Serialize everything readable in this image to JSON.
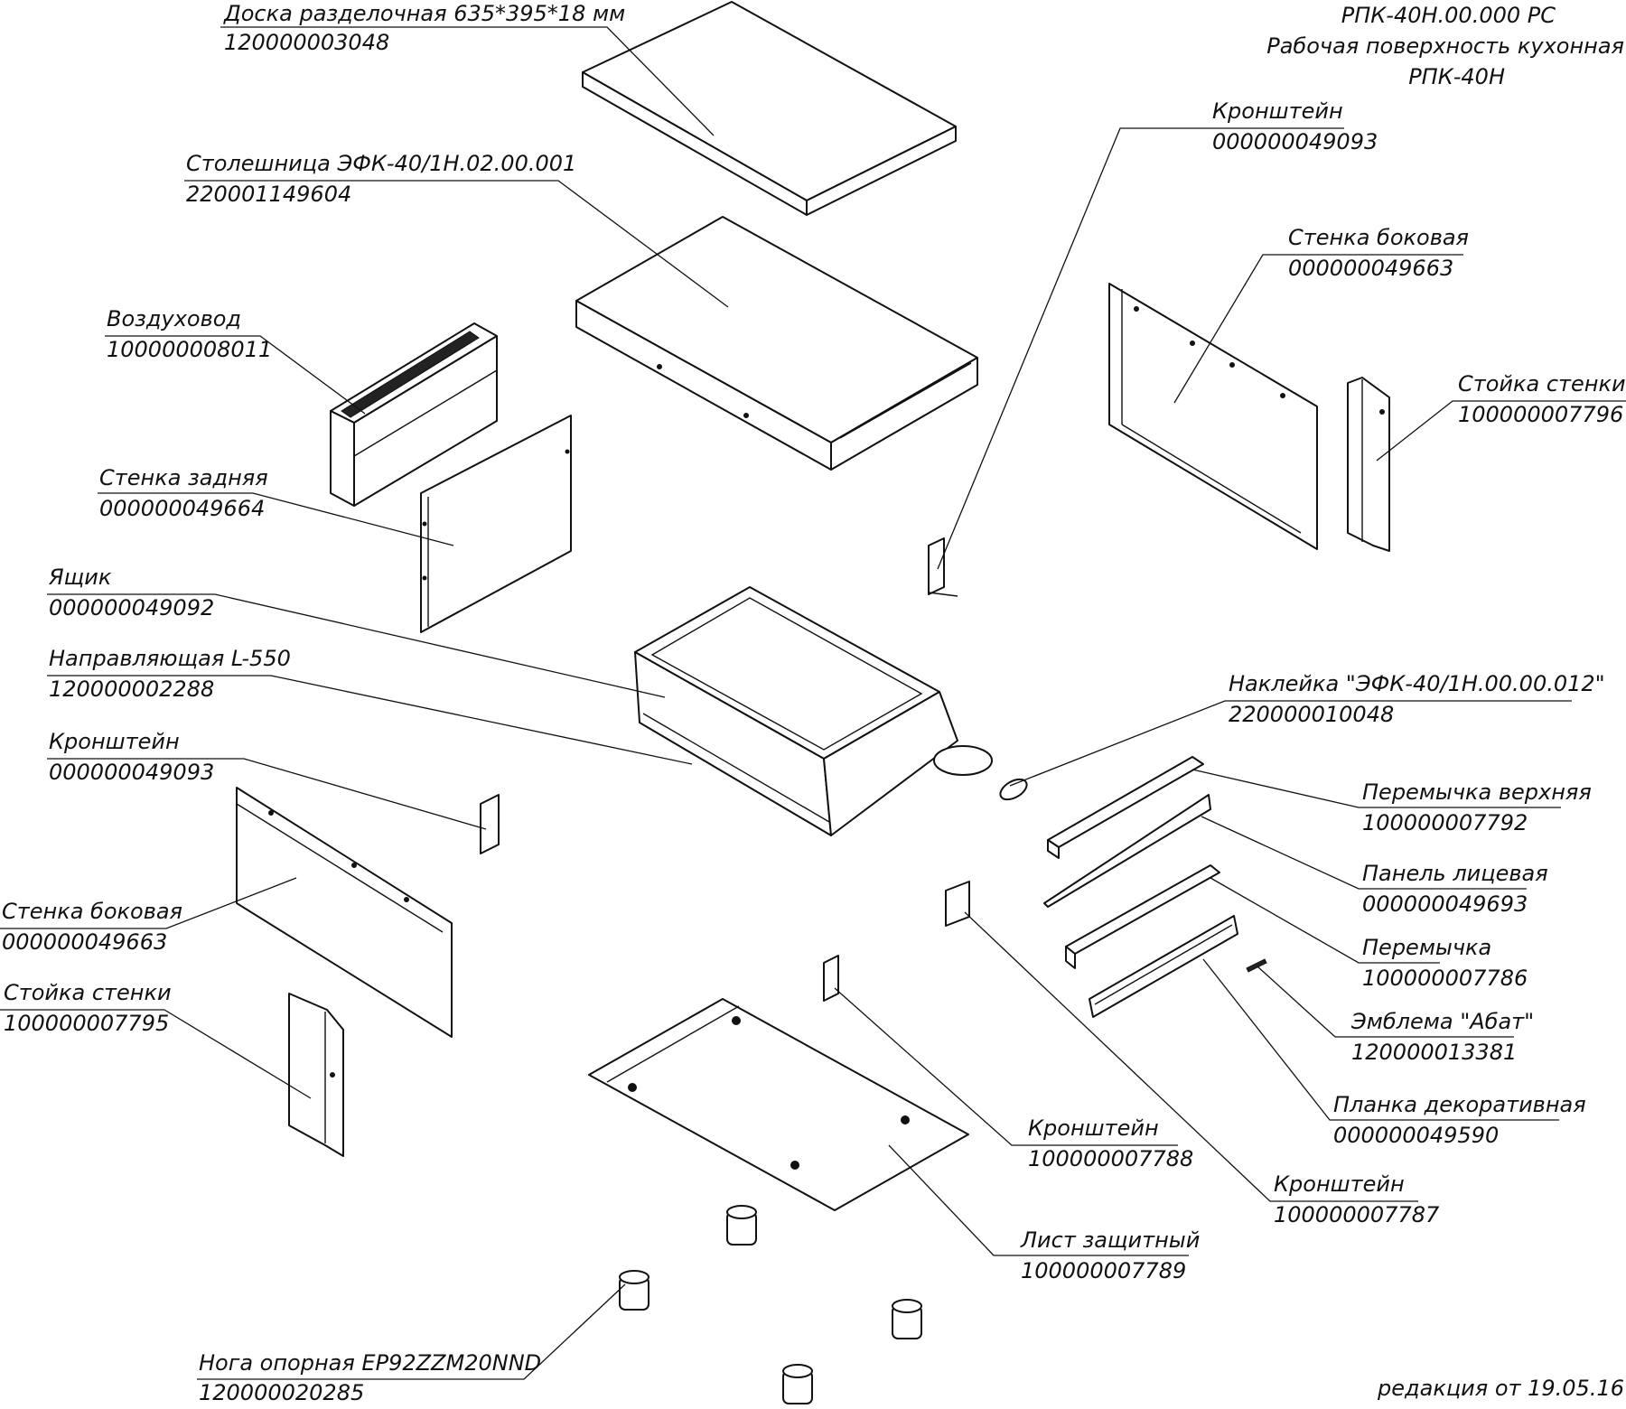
{
  "title_block": {
    "line1": "РПК-40Н.00.000 РС",
    "line2": "Рабочая поверхность кухонная",
    "line3": "РПК-40Н"
  },
  "revision": "редакция от 19.05.16",
  "parts": [
    {
      "name": "Доска разделочная 635*395*18 мм",
      "code": "120000003048"
    },
    {
      "name": "Столешница ЭФК-40/1Н.02.00.001",
      "code": "220001149604"
    },
    {
      "name": "Воздуховод",
      "code": "100000008011"
    },
    {
      "name": "Стенка задняя",
      "code": "000000049664"
    },
    {
      "name": "Ящик",
      "code": "000000049092"
    },
    {
      "name": "Направляющая L-550",
      "code": "120000002288"
    },
    {
      "name": "Кронштейн",
      "code": "000000049093"
    },
    {
      "name": "Стенка боковая",
      "code": "000000049663"
    },
    {
      "name": "Стойка стенки",
      "code": "100000007795"
    },
    {
      "name": "Нога опорная EP92ZZM20NND",
      "code": "120000020285"
    },
    {
      "name": "Кронштейн",
      "code": "000000049093"
    },
    {
      "name": "Стенка боковая",
      "code": "000000049663"
    },
    {
      "name": "Стойка стенки",
      "code": "100000007796"
    },
    {
      "name": "Наклейка \"ЭФК-40/1Н.00.00.012\"",
      "code": "220000010048"
    },
    {
      "name": "Перемычка верхняя",
      "code": "100000007792"
    },
    {
      "name": "Панель лицевая",
      "code": "000000049693"
    },
    {
      "name": "Перемычка",
      "code": "100000007786"
    },
    {
      "name": "Эмблема \"Абат\"",
      "code": "120000013381"
    },
    {
      "name": "Планка декоративная",
      "code": "000000049590"
    },
    {
      "name": "Кронштейн",
      "code": "100000007788"
    },
    {
      "name": "Кронштейн",
      "code": "100000007787"
    },
    {
      "name": "Лист защитный",
      "code": "100000007789"
    }
  ]
}
